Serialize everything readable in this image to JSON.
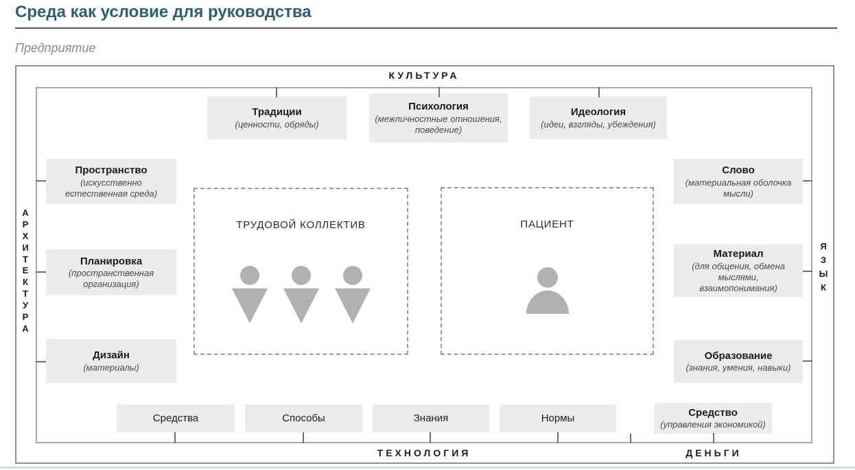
{
  "page": {
    "title": "Среда как условие для руководства",
    "subtitle": "Предприятие"
  },
  "diagram": {
    "top_label": "КУЛЬТУРА",
    "left_label": "АРХИТЕКТУРА",
    "right_label": "ЯЗЫК",
    "bottom_label_technology": "ТЕХНОЛОГИЯ",
    "bottom_label_money": "ДЕНЬГИ",
    "top_boxes": [
      {
        "title": "Традиции",
        "subtitle": "(ценности, обряды)"
      },
      {
        "title": "Психология",
        "subtitle": "(межличностные отношения, поведение)"
      },
      {
        "title": "Идеология",
        "subtitle": "(идеи, взгляды, убеждения)"
      }
    ],
    "left_boxes": [
      {
        "title": "Пространство",
        "subtitle": "(искусственно естественная среда)"
      },
      {
        "title": "Планировка",
        "subtitle": "(пространственная организация)"
      },
      {
        "title": "Дизайн",
        "subtitle": "(материалы)"
      }
    ],
    "right_boxes": [
      {
        "title": "Слово",
        "subtitle": "(материальная оболочка мысли)"
      },
      {
        "title": "Материал",
        "subtitle": "(для общения, обмена мыслями, взаимопонимания)"
      },
      {
        "title": "Образование",
        "subtitle": "(знания, умения, навыки)"
      }
    ],
    "bottom_boxes": [
      {
        "title": "Средства"
      },
      {
        "title": "Способы"
      },
      {
        "title": "Знания"
      },
      {
        "title": "Нормы"
      },
      {
        "title": "Средство",
        "subtitle": "(управления экономикой)"
      }
    ],
    "center_groups": [
      {
        "label": "ТРУДОВОЙ КОЛЛЕКТИВ",
        "person_count": 3,
        "icon": "worker-icon"
      },
      {
        "label": "ПАЦИЕНТ",
        "person_count": 1,
        "icon": "patient-icon"
      }
    ],
    "colors": {
      "title_text": "#2d5f71",
      "box_fill": "#ececec",
      "person_icon": "#b1b1b1",
      "outer_frame_border": "#8f8f8f",
      "inner_frame_border": "#a9a9a9",
      "subtitle_text": "#4a4a4a",
      "bottom_strip": "#cfdeed"
    }
  }
}
